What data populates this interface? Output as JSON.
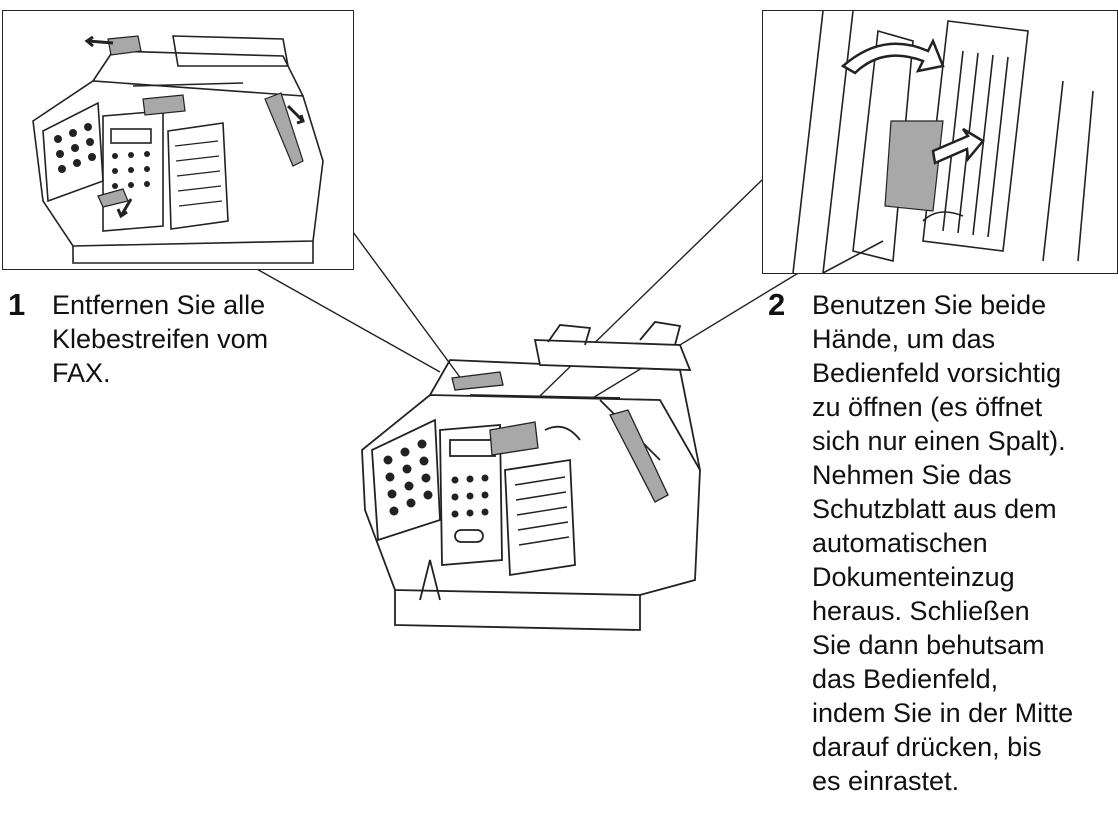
{
  "steps": [
    {
      "number": "1",
      "text": "Entfernen Sie alle\nKlebestreifen vom\nFAX."
    },
    {
      "number": "2",
      "text": "Benutzen Sie beide\nHände, um das\nBedienfeld vorsichtig\nzu öffnen (es öffnet\nsich nur einen Spalt).\nNehmen Sie das\nSchutzblatt aus dem\nautomatischen\nDokumenteinzug\nheraus. Schließen\nSie dann behutsam\ndas Bedienfeld,\nindem Sie in der Mitte\ndarauf drücken, bis\nes einrastet."
    }
  ],
  "illustrations": {
    "main": "fax-machine-illustration",
    "detail_left": "tape-removal-detail",
    "detail_right": "protective-sheet-removal-detail"
  },
  "colors": {
    "line": "#222222",
    "tape": "#a8a8a8",
    "background": "#ffffff"
  }
}
